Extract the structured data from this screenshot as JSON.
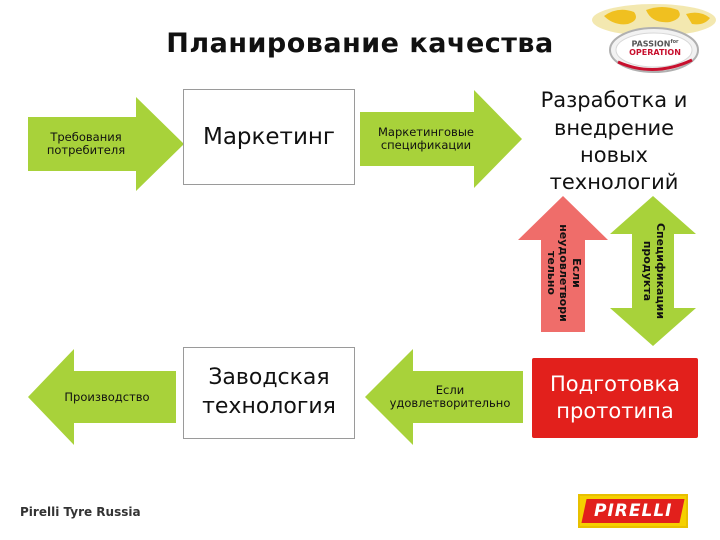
{
  "title": "Планирование качества",
  "nodes": {
    "consumer_requirements": "Требования потребителя",
    "marketing": "Маркетинг",
    "marketing_specs": "Маркетинговые спецификации",
    "new_tech": "Разработка и внедрение новых технологий",
    "if_unsatisfactory": "Если неудовлетвори тельно",
    "product_specs": "Спецификации продукта",
    "prototype": "Подготовка прототипа",
    "if_satisfactory": "Если удовлетворительно",
    "factory_tech": "Заводская технология",
    "production": "Производство"
  },
  "footer": {
    "company": "Pirelli Tyre Russia",
    "logo_text": "PIRELLI",
    "badge_line1": "PASSION",
    "badge_sup": "for",
    "badge_line2": "OPERATION"
  },
  "colors": {
    "green_arrow": "#a8d23a",
    "red": "#e2201c",
    "yellow_logo": "#f5d000"
  }
}
